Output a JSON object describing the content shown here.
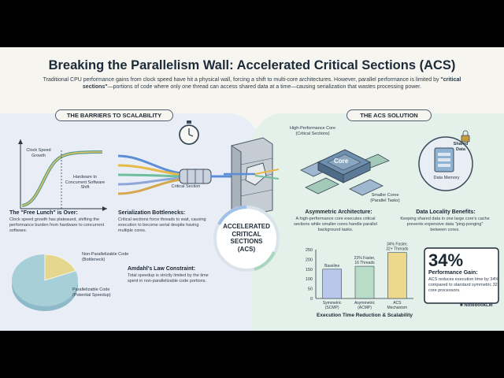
{
  "title": "Breaking the Parallelism Wall: Accelerated Critical Sections (ACS)",
  "subtitle": {
    "part1": "Traditional CPU performance gains from clock speed have hit a physical wall, forcing a shift to multi-core architectures. However, parallel performance is limited by",
    "bold": "\"critical sections\"",
    "part2": "—portions of code where only one thread can access shared data at a time—causing serialization that wastes processing power."
  },
  "left": {
    "header": "THE BARRIERS TO SCALABILITY",
    "clock_label": "Clock Speed Growth",
    "hw_label": "Hardware to Concurrent Software Shift",
    "free_lunch": {
      "title": "The \"Free Lunch\" is Over:",
      "body": "Clock speed growth has plateaued, shifting the performance burden from hardware to concurrent software."
    },
    "critical_label": "Critical Section",
    "serialization": {
      "title": "Serialization Bottlenecks:",
      "body": "Critical sections force threads to wait, causing execution to become serial despite having multiple cores."
    },
    "pie_nonpar": "Non-Parallelizable Code (Bottleneck)",
    "pie_par": "Parallelizable Code (Potential Speedup)",
    "amdahl": {
      "title": "Amdahl's Law Constraint:",
      "body": "Total speedup is strictly limited by the time spent in non-parallelizable code portions."
    }
  },
  "center": {
    "line1": "ACCELERATED",
    "line2": "CRITICAL",
    "line3": "SECTIONS",
    "line4": "(ACS)"
  },
  "right": {
    "header": "THE ACS SOLUTION",
    "hp_core": "High-Performance Core (Critical Sections)",
    "core_label": "Core",
    "small_cores": "Smaller Cores (Parallel Tasks)",
    "shared_data": "Shared Data",
    "data_memory": "Data Memory",
    "asym": {
      "title": "Asymmetric Architecture:",
      "body": "A high-performance core executes critical sections while smaller cores handle parallel background tasks."
    },
    "locality": {
      "title": "Data Locality Benefits:",
      "body": "Keeping shared data in one large core's cache prevents expensive data \"ping-ponging\" between cores."
    },
    "big_number": "34%",
    "perf_title": "Performance Gain:",
    "perf_body": "ACS reduces execution time by 34% compared to standard symmetric 32-core processors.",
    "brand": "NotebookLM"
  },
  "chart_data": {
    "type": "bar",
    "title": "Execution Time Reduction & Scalability",
    "categories": [
      "Symmetric (SCMP)",
      "Asymmetric (ACMP)",
      "ACS Mechanism"
    ],
    "values": [
      150,
      165,
      235
    ],
    "annotations": [
      "Baseline",
      "23% Faster, 16 Threads",
      "34% Faster, 32+ Threads"
    ],
    "yticks": [
      "0",
      "50",
      "100",
      "150",
      "200",
      "250"
    ],
    "ylim": [
      0,
      250
    ],
    "colors": [
      "#b9c8ea",
      "#b9dcc8",
      "#ecd98c"
    ]
  }
}
